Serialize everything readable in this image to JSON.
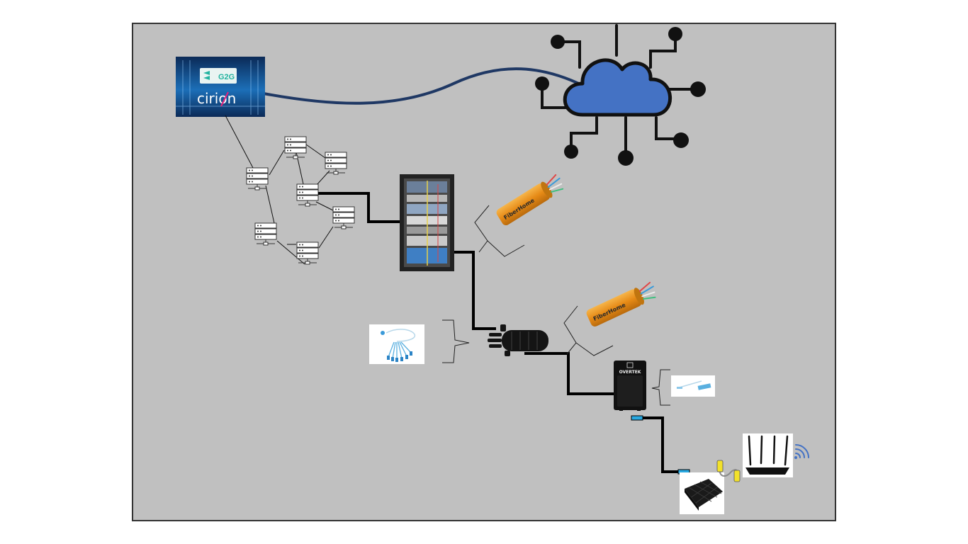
{
  "diagram": {
    "logo": {
      "top_text": "G2G",
      "bottom_text": "cirion",
      "bg_color": "#0d3a73",
      "accent_color": "#23b3a0",
      "slash_color": "#e4237d"
    },
    "cloud": {
      "icon": "cloud-network-icon",
      "fill_color": "#4472c4"
    },
    "cable_labels": {
      "brand": "FiberHome"
    },
    "cto_box": {
      "brand": "OVERTEK"
    },
    "colors": {
      "backbone_link": "#1f3864",
      "fiber_path": "#000000",
      "connector": "#29a8e0",
      "cable_jacket": "#f2a12a",
      "patch_cable": "#f2e12a",
      "wifi_waves": "#4472c4"
    },
    "components": [
      "datacenter-logo",
      "server-network",
      "rack-cabinet",
      "fiber-cable",
      "splice-closure",
      "optical-splitter",
      "cto-box",
      "onu-modem",
      "wifi-router"
    ]
  }
}
